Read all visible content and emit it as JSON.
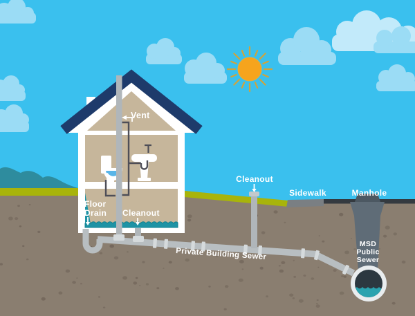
{
  "diagram": {
    "labels": {
      "vent": "Vent",
      "floor_drain_line1": "Floor",
      "floor_drain_line2": "Drain",
      "cleanout_interior": "Cleanout",
      "cleanout_exterior": "Cleanout",
      "sidewalk": "Sidewalk",
      "manhole": "Manhole",
      "private_building_sewer": "Private Building Sewer",
      "msd_line1": "MSD",
      "msd_line2": "Public",
      "msd_line3": "Sewer"
    },
    "palette": {
      "sky": "#3ac0ee",
      "cloud": "#9bdcf5",
      "cloud_light": "#c2eafa",
      "sun": "#f6a41d",
      "sun_rays": "#cfa43c",
      "roof_navy": "#1e3b6b",
      "house_white": "#ffffff",
      "interior_tan": "#c6b69b",
      "water_teal": "#1e93a5",
      "sewer_water_teal": "#2aa3af",
      "grass_olive": "#a8b40b",
      "hills_teal": "#2e8c9e",
      "soil_brown": "#8a7e70",
      "soil_speckle": "#6d6156",
      "sidewalk_gray": "#7a7f83",
      "street_dark": "#343a40",
      "manhole_gray": "#5f6c77",
      "manhole_cover": "#4c5862",
      "pipe_gray": "#b8bec1",
      "pipe_joint": "#d5dadc",
      "pipe_dark": "#4e4e57",
      "sewer_ring": "#e9edef",
      "sewer_inner": "#2c3840"
    }
  }
}
